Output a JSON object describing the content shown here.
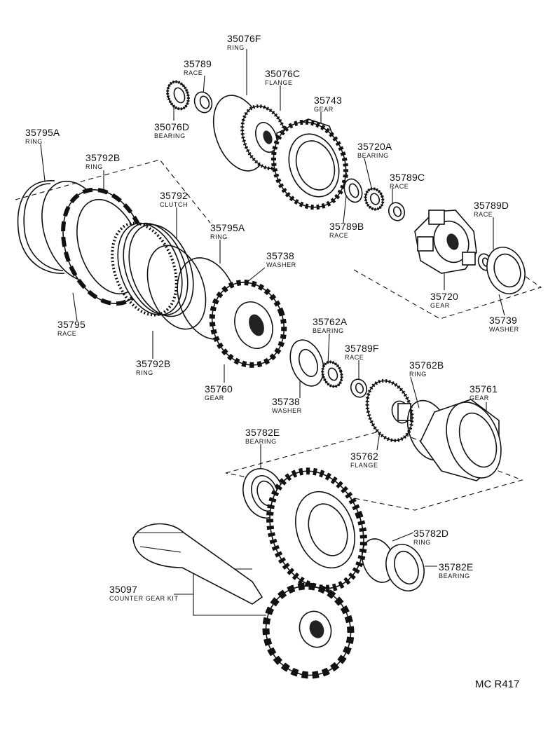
{
  "reference": "MC R417",
  "parts": [
    {
      "id": "p1",
      "number": "35076F",
      "name": "RING"
    },
    {
      "id": "p2",
      "number": "35789",
      "name": "RACE"
    },
    {
      "id": "p3",
      "number": "35076C",
      "name": "FLANGE"
    },
    {
      "id": "p4",
      "number": "35076D",
      "name": "BEARING"
    },
    {
      "id": "p5",
      "number": "35743",
      "name": "GEAR"
    },
    {
      "id": "p6",
      "number": "35795A",
      "name": "RING"
    },
    {
      "id": "p7",
      "number": "35792B",
      "name": "RING"
    },
    {
      "id": "p8",
      "number": "35720A",
      "name": "BEARING"
    },
    {
      "id": "p9",
      "number": "35789C",
      "name": "RACE"
    },
    {
      "id": "p10",
      "number": "35792",
      "name": "CLUTCH"
    },
    {
      "id": "p11",
      "number": "35789D",
      "name": "RACE"
    },
    {
      "id": "p12",
      "number": "35789B",
      "name": "RACE"
    },
    {
      "id": "p13",
      "number": "35795A",
      "name": "RING"
    },
    {
      "id": "p14",
      "number": "35738",
      "name": "WASHER"
    },
    {
      "id": "p15",
      "number": "35720",
      "name": "GEAR"
    },
    {
      "id": "p16",
      "number": "35795",
      "name": "RACE"
    },
    {
      "id": "p17",
      "number": "35762A",
      "name": "BEARING"
    },
    {
      "id": "p18",
      "number": "35739",
      "name": "WASHER"
    },
    {
      "id": "p19",
      "number": "35789F",
      "name": "RACE"
    },
    {
      "id": "p20",
      "number": "35792B",
      "name": "RING"
    },
    {
      "id": "p21",
      "number": "35762B",
      "name": "RING"
    },
    {
      "id": "p22",
      "number": "35760",
      "name": "GEAR"
    },
    {
      "id": "p23",
      "number": "35761",
      "name": "GEAR"
    },
    {
      "id": "p24",
      "number": "35738",
      "name": "WASHER"
    },
    {
      "id": "p25",
      "number": "35782E",
      "name": "BEARING"
    },
    {
      "id": "p26",
      "number": "35762",
      "name": "FLANGE"
    },
    {
      "id": "p27",
      "number": "35782D",
      "name": "RING"
    },
    {
      "id": "p28",
      "number": "35782E",
      "name": "BEARING"
    },
    {
      "id": "p29",
      "number": "35097",
      "name": "COUNTER GEAR KIT"
    }
  ]
}
